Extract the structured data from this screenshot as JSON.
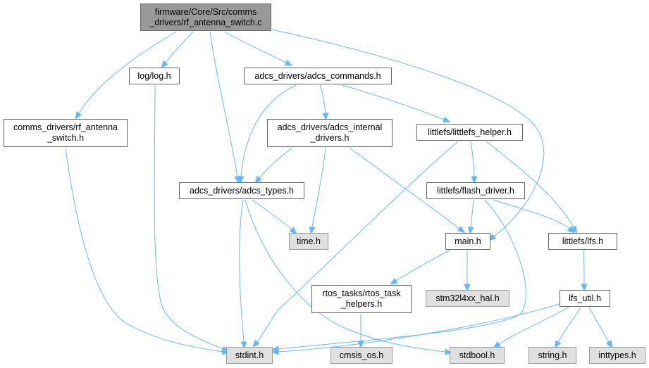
{
  "diagram": {
    "nodes": {
      "rf_switch_c": {
        "label": "firmware/Core/Src/comms\n_drivers/rf_antenna_switch.c",
        "style": "focus"
      },
      "log_h": {
        "label": "log/log.h",
        "style": "normal"
      },
      "adcs_commands_h": {
        "label": "adcs_drivers/adcs_commands.h",
        "style": "normal"
      },
      "comms_rf_h": {
        "label": "comms_drivers/rf_antenna\n_switch.h",
        "style": "normal"
      },
      "adcs_internal_h": {
        "label": "adcs_drivers/adcs_internal\n_drivers.h",
        "style": "normal"
      },
      "littlefs_helper_h": {
        "label": "littlefs/littlefs_helper.h",
        "style": "normal"
      },
      "adcs_types_h": {
        "label": "adcs_drivers/adcs_types.h",
        "style": "normal"
      },
      "flash_driver_h": {
        "label": "littlefs/flash_driver.h",
        "style": "normal"
      },
      "time_h": {
        "label": "time.h",
        "style": "external"
      },
      "main_h": {
        "label": "main.h",
        "style": "normal"
      },
      "lfs_h": {
        "label": "littlefs/lfs.h",
        "style": "normal"
      },
      "rtos_helpers_h": {
        "label": "rtos_tasks/rtos_task\n_helpers.h",
        "style": "normal"
      },
      "stm32_hal_h": {
        "label": "stm32l4xx_hal.h",
        "style": "external"
      },
      "lfs_util_h": {
        "label": "lfs_util.h",
        "style": "normal"
      },
      "stdint_h": {
        "label": "stdint.h",
        "style": "external"
      },
      "cmsis_os_h": {
        "label": "cmsis_os.h",
        "style": "external"
      },
      "stdbool_h": {
        "label": "stdbool.h",
        "style": "external"
      },
      "string_h": {
        "label": "string.h",
        "style": "external"
      },
      "inttypes_h": {
        "label": "inttypes.h",
        "style": "external"
      }
    },
    "edges": [
      [
        "rf_switch_c",
        "comms_rf_h"
      ],
      [
        "rf_switch_c",
        "log_h"
      ],
      [
        "rf_switch_c",
        "adcs_commands_h"
      ],
      [
        "rf_switch_c",
        "adcs_types_h"
      ],
      [
        "rf_switch_c",
        "main_h"
      ],
      [
        "log_h",
        "stdint_h"
      ],
      [
        "comms_rf_h",
        "stdint_h"
      ],
      [
        "adcs_commands_h",
        "adcs_internal_h"
      ],
      [
        "adcs_commands_h",
        "adcs_types_h"
      ],
      [
        "adcs_commands_h",
        "littlefs_helper_h"
      ],
      [
        "adcs_internal_h",
        "adcs_types_h"
      ],
      [
        "adcs_internal_h",
        "time_h"
      ],
      [
        "adcs_internal_h",
        "main_h"
      ],
      [
        "littlefs_helper_h",
        "stdint_h"
      ],
      [
        "littlefs_helper_h",
        "flash_driver_h"
      ],
      [
        "littlefs_helper_h",
        "lfs_h"
      ],
      [
        "adcs_types_h",
        "time_h"
      ],
      [
        "adcs_types_h",
        "stdint_h"
      ],
      [
        "adcs_types_h",
        "stdbool_h"
      ],
      [
        "flash_driver_h",
        "main_h"
      ],
      [
        "flash_driver_h",
        "lfs_h"
      ],
      [
        "flash_driver_h",
        "stdint_h"
      ],
      [
        "main_h",
        "rtos_helpers_h"
      ],
      [
        "main_h",
        "stm32_hal_h"
      ],
      [
        "rtos_helpers_h",
        "cmsis_os_h"
      ],
      [
        "lfs_h",
        "lfs_util_h"
      ],
      [
        "lfs_util_h",
        "stdint_h"
      ],
      [
        "lfs_util_h",
        "stdbool_h"
      ],
      [
        "lfs_util_h",
        "string_h"
      ],
      [
        "lfs_util_h",
        "inttypes_h"
      ]
    ],
    "colors": {
      "edge": "#63b8ff",
      "node_border": "#666666",
      "focus_fill": "#999999",
      "external_fill": "#e0e0e0"
    }
  }
}
